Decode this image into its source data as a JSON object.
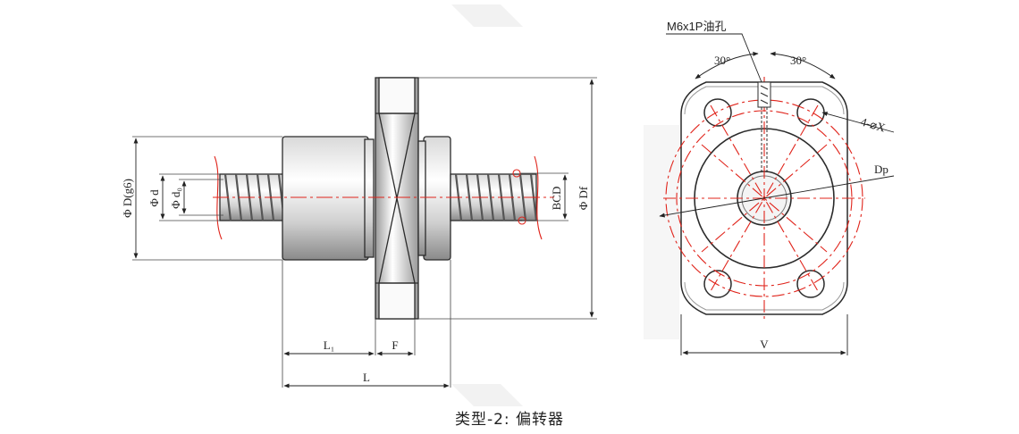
{
  "caption": "类型-2: 偏转器",
  "side_view": {
    "dim_D": "Φ D(g6)",
    "dim_d": "Φ d",
    "dim_d0": "Φ d₀",
    "dim_BCD": "BCD",
    "dim_Df": "Φ Df",
    "dim_L1": "L₁",
    "dim_F": "F",
    "dim_L": "L"
  },
  "end_view": {
    "oil_hole": "M6x1P油孔",
    "angle_left": "30°",
    "angle_right": "30°",
    "holes": "4-⌀X",
    "dp": "Dp",
    "width": "V"
  },
  "colors": {
    "outline": "#2b2b2b",
    "shade": "#7a7a7a",
    "center_line": "#e0241b",
    "watermark": "#f1f1f1"
  }
}
